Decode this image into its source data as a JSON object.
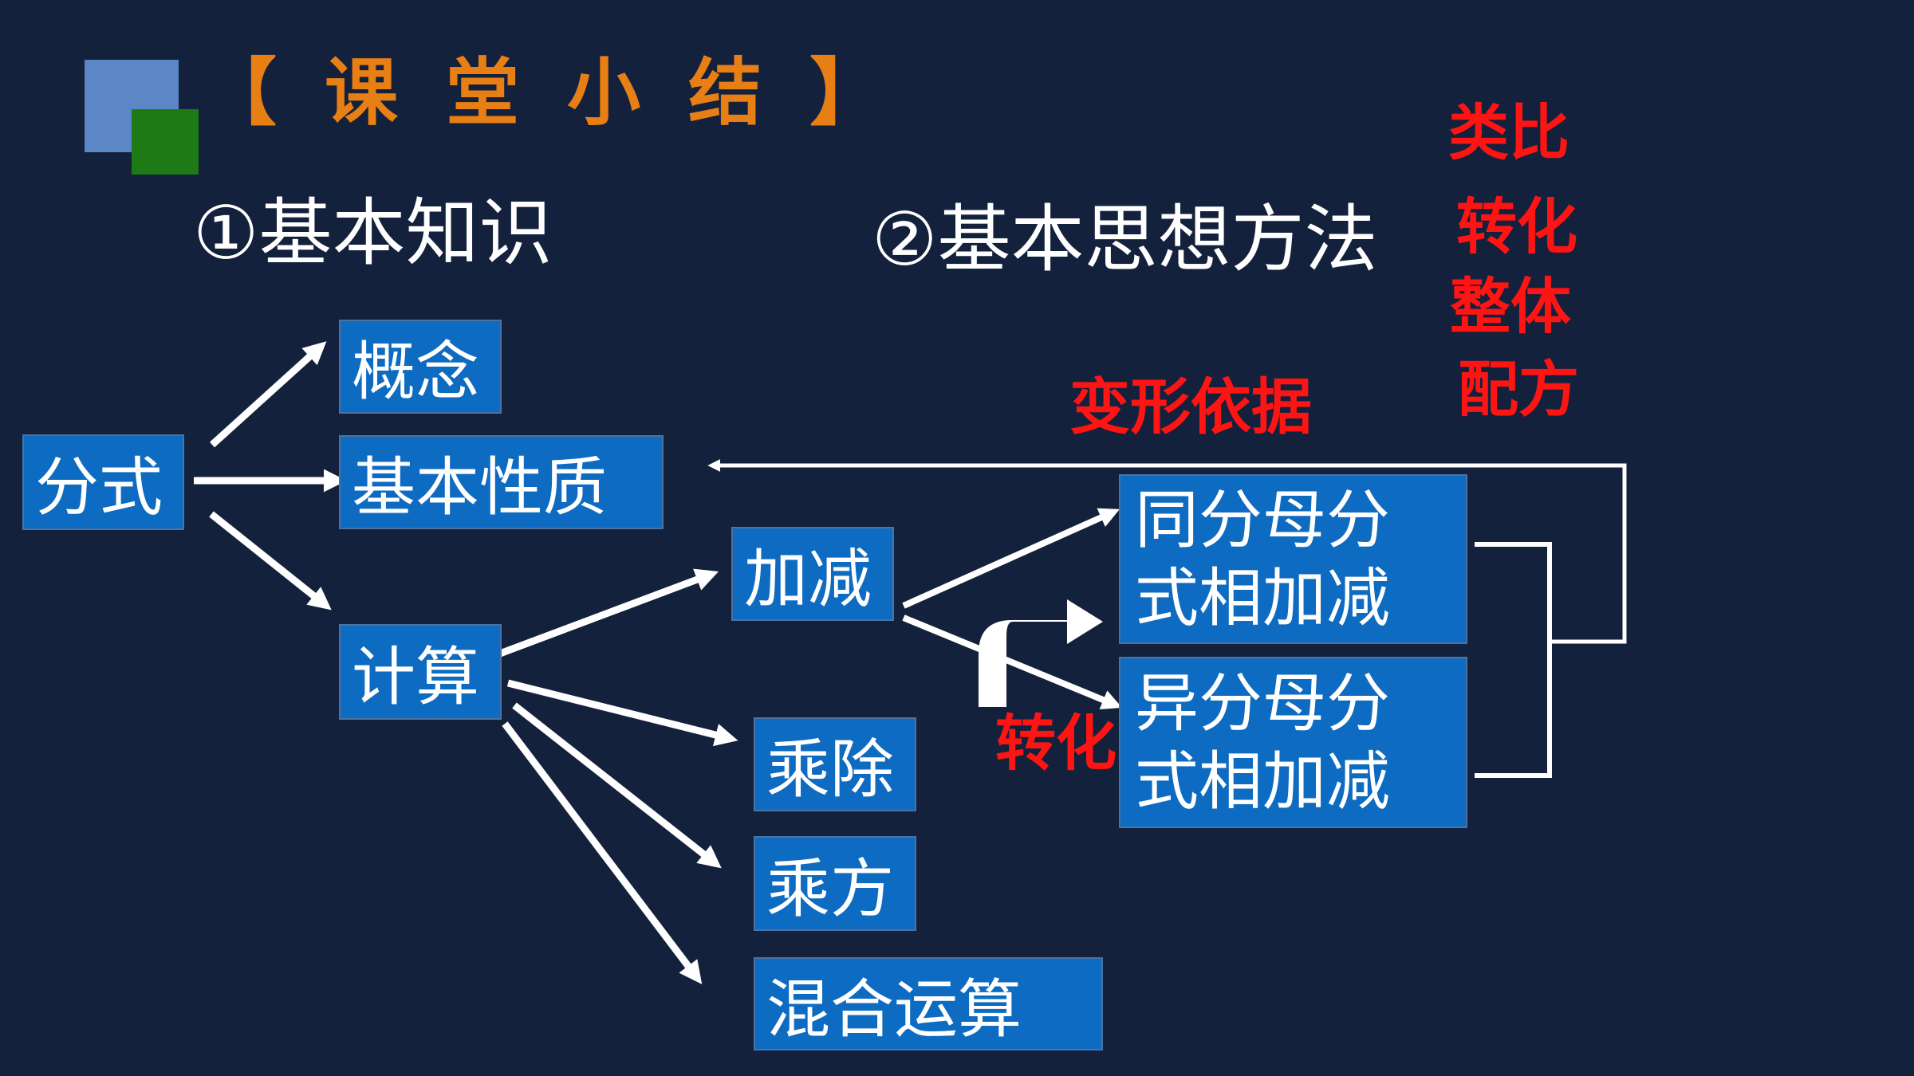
{
  "title": "【 课 堂 小 结 】",
  "sections": {
    "knowledge": "①基本知识",
    "methods": "②基本思想方法"
  },
  "nodes": {
    "fenshi": "分式",
    "gainian": "概念",
    "jiben_xingzhi": "基本性质",
    "jisuan": "计算",
    "jiajian": "加减",
    "chengchu": "乘除",
    "chengfang": "乘方",
    "hunhe_yunsuan": "混合运算",
    "tong_line1": "同分母分",
    "tong_line2": "式相加减",
    "yi_line1": "异分母分",
    "yi_line2": "式相加减"
  },
  "annotations": {
    "bianxing_yiju": "变形依据",
    "zhuanhua": "转化",
    "methods_list": [
      "类比",
      "转化",
      "整体",
      "配方"
    ]
  },
  "colors": {
    "background": "#13213d",
    "box_fill": "#0d6bc1",
    "title": "#e87f14",
    "annotation": "#ff1414",
    "lines": "#ffffff"
  }
}
